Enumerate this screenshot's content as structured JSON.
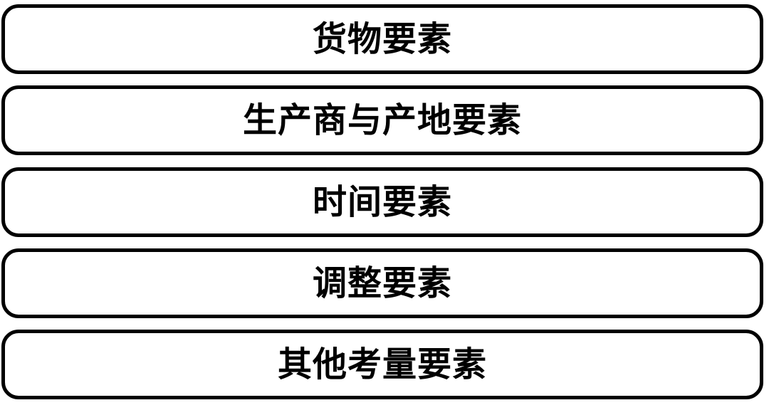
{
  "elements": [
    {
      "label": "货物要素"
    },
    {
      "label": "生产商与产地要素"
    },
    {
      "label": "时间要素"
    },
    {
      "label": "调整要素"
    },
    {
      "label": "其他考量要素"
    }
  ],
  "colors": {
    "border": "#000000",
    "background": "#ffffff",
    "text": "#000000"
  }
}
